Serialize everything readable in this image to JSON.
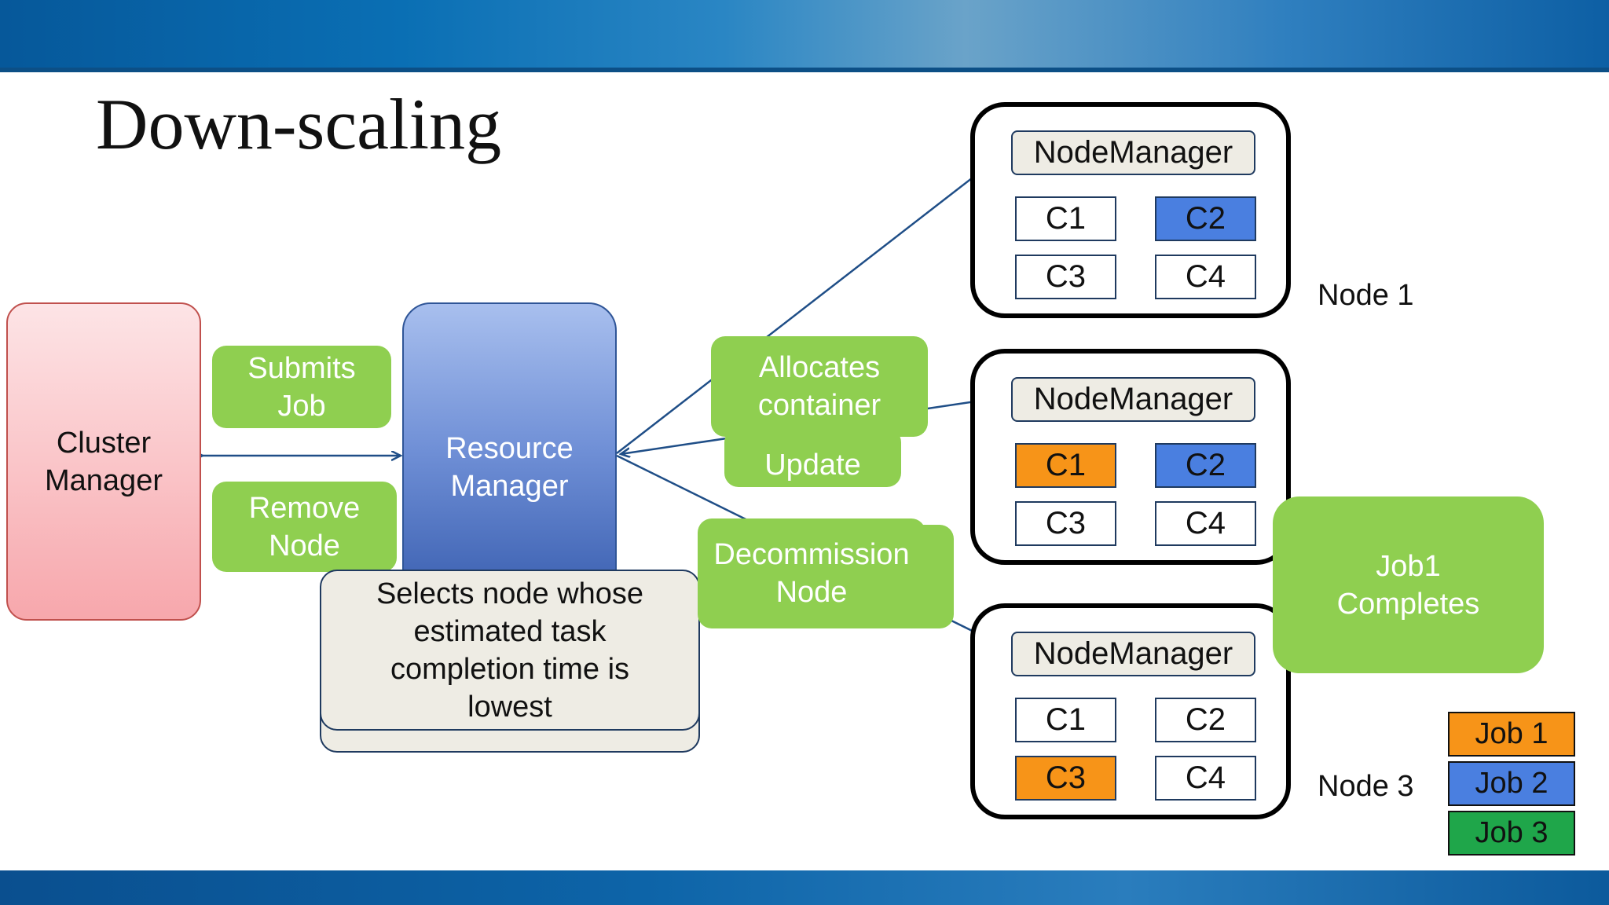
{
  "slide": {
    "title": "Down-scaling",
    "cluster_manager": "Cluster Manager",
    "resource_manager": "Resource Manager",
    "submits_job": "Submits Job",
    "remove_node": "Remove Node",
    "allocates_container": "Allocates container",
    "status_update": "Update",
    "decommission_node": "Decommission Node",
    "selects_node_note": "Selects node whose estimated task completion time is lowest",
    "job1_completes": "Job1 Completes",
    "nodes": [
      {
        "label": "Node 1",
        "manager": "NodeManager",
        "containers": [
          "C1",
          "C2",
          "C3",
          "C4"
        ]
      },
      {
        "label": "",
        "manager": "NodeManager",
        "containers": [
          "C1",
          "C2",
          "C3",
          "C4"
        ]
      },
      {
        "label": "Node 3",
        "manager": "NodeManager",
        "containers": [
          "C1",
          "C2",
          "C3",
          "C4"
        ]
      }
    ],
    "legend": [
      "Job 1",
      "Job 2",
      "Job 3"
    ],
    "colors": {
      "job1": "#f79418",
      "job2": "#4a7fe0",
      "job3": "#1fa64a",
      "green_label": "#8fcf50",
      "arrow": "#1f4e87"
    }
  }
}
